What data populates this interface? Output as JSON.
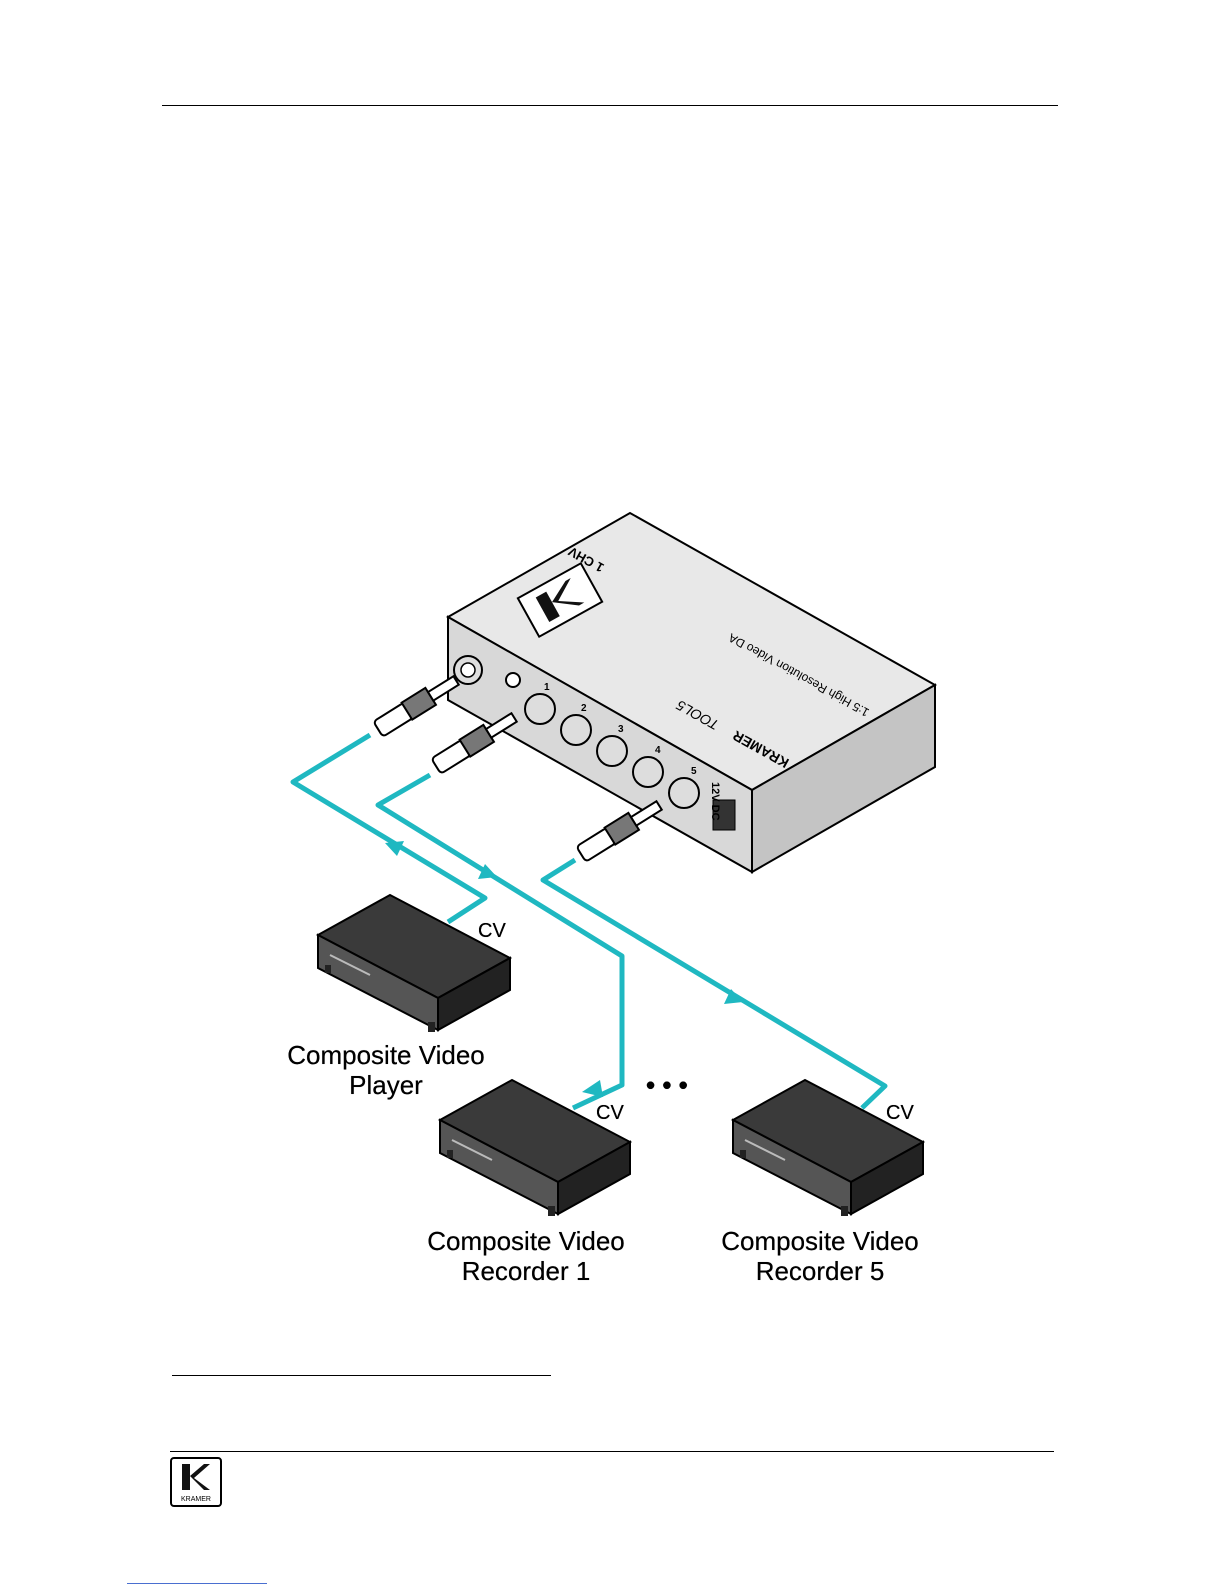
{
  "colors": {
    "cable": "#1fb8c1",
    "device_dark": "#2a2a2a",
    "device_light": "#e6e6e6"
  },
  "icons": {
    "brand_logo": "kramer-logo-icon",
    "flow_arrow": "arrow-icon"
  },
  "diagram": {
    "unit": {
      "model": "TOOL5",
      "brand": "KRAMER",
      "description": "1:5 High Resolution Video DA",
      "top_panel_label": "1 CHV",
      "power_label": "12V DC",
      "output_numbers": [
        "1",
        "2",
        "3",
        "4",
        "5"
      ]
    },
    "ellipsis": "• • •",
    "devices": [
      {
        "id": "player",
        "name_line1": "Composite Video",
        "name_line2": "Player",
        "port": "CV"
      },
      {
        "id": "recorder1",
        "name_line1": "Composite Video",
        "name_line2": "Recorder 1",
        "port": "CV"
      },
      {
        "id": "recorder5",
        "name_line1": "Composite Video",
        "name_line2": "Recorder 5",
        "port": "CV"
      }
    ]
  },
  "footer": {
    "logo_text": "KRAMER"
  }
}
